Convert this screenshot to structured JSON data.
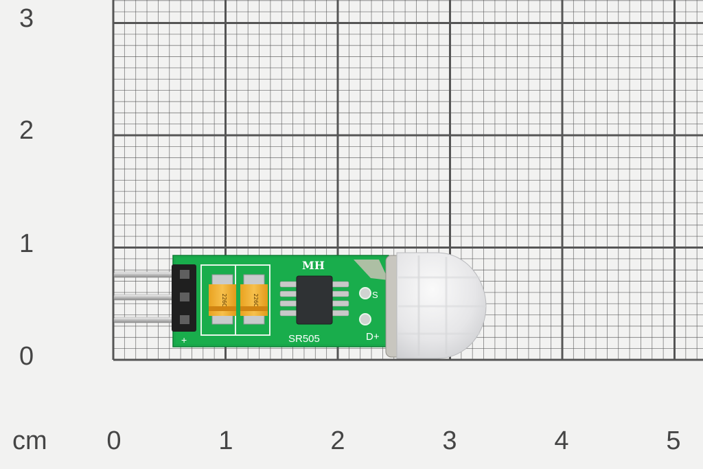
{
  "image": {
    "description_free": true
  },
  "ruler": {
    "unit_label": "cm",
    "x_tick_labels": [
      "0",
      "1",
      "2",
      "3",
      "4",
      "5"
    ],
    "y_tick_labels": [
      "3",
      "2",
      "1",
      "0"
    ],
    "grid_color": "#555555",
    "paper_color": "#f2f2f1"
  },
  "board": {
    "brand_text": "MH",
    "model_text": "SR505",
    "pin_s_text": "S",
    "pin_d_text": "D+",
    "pin_plus_text": "+",
    "cap_left_text": "226C",
    "cap_right_text": "226C",
    "pcb_color": "#17a84a",
    "lens_color": "#e9e9ea"
  }
}
